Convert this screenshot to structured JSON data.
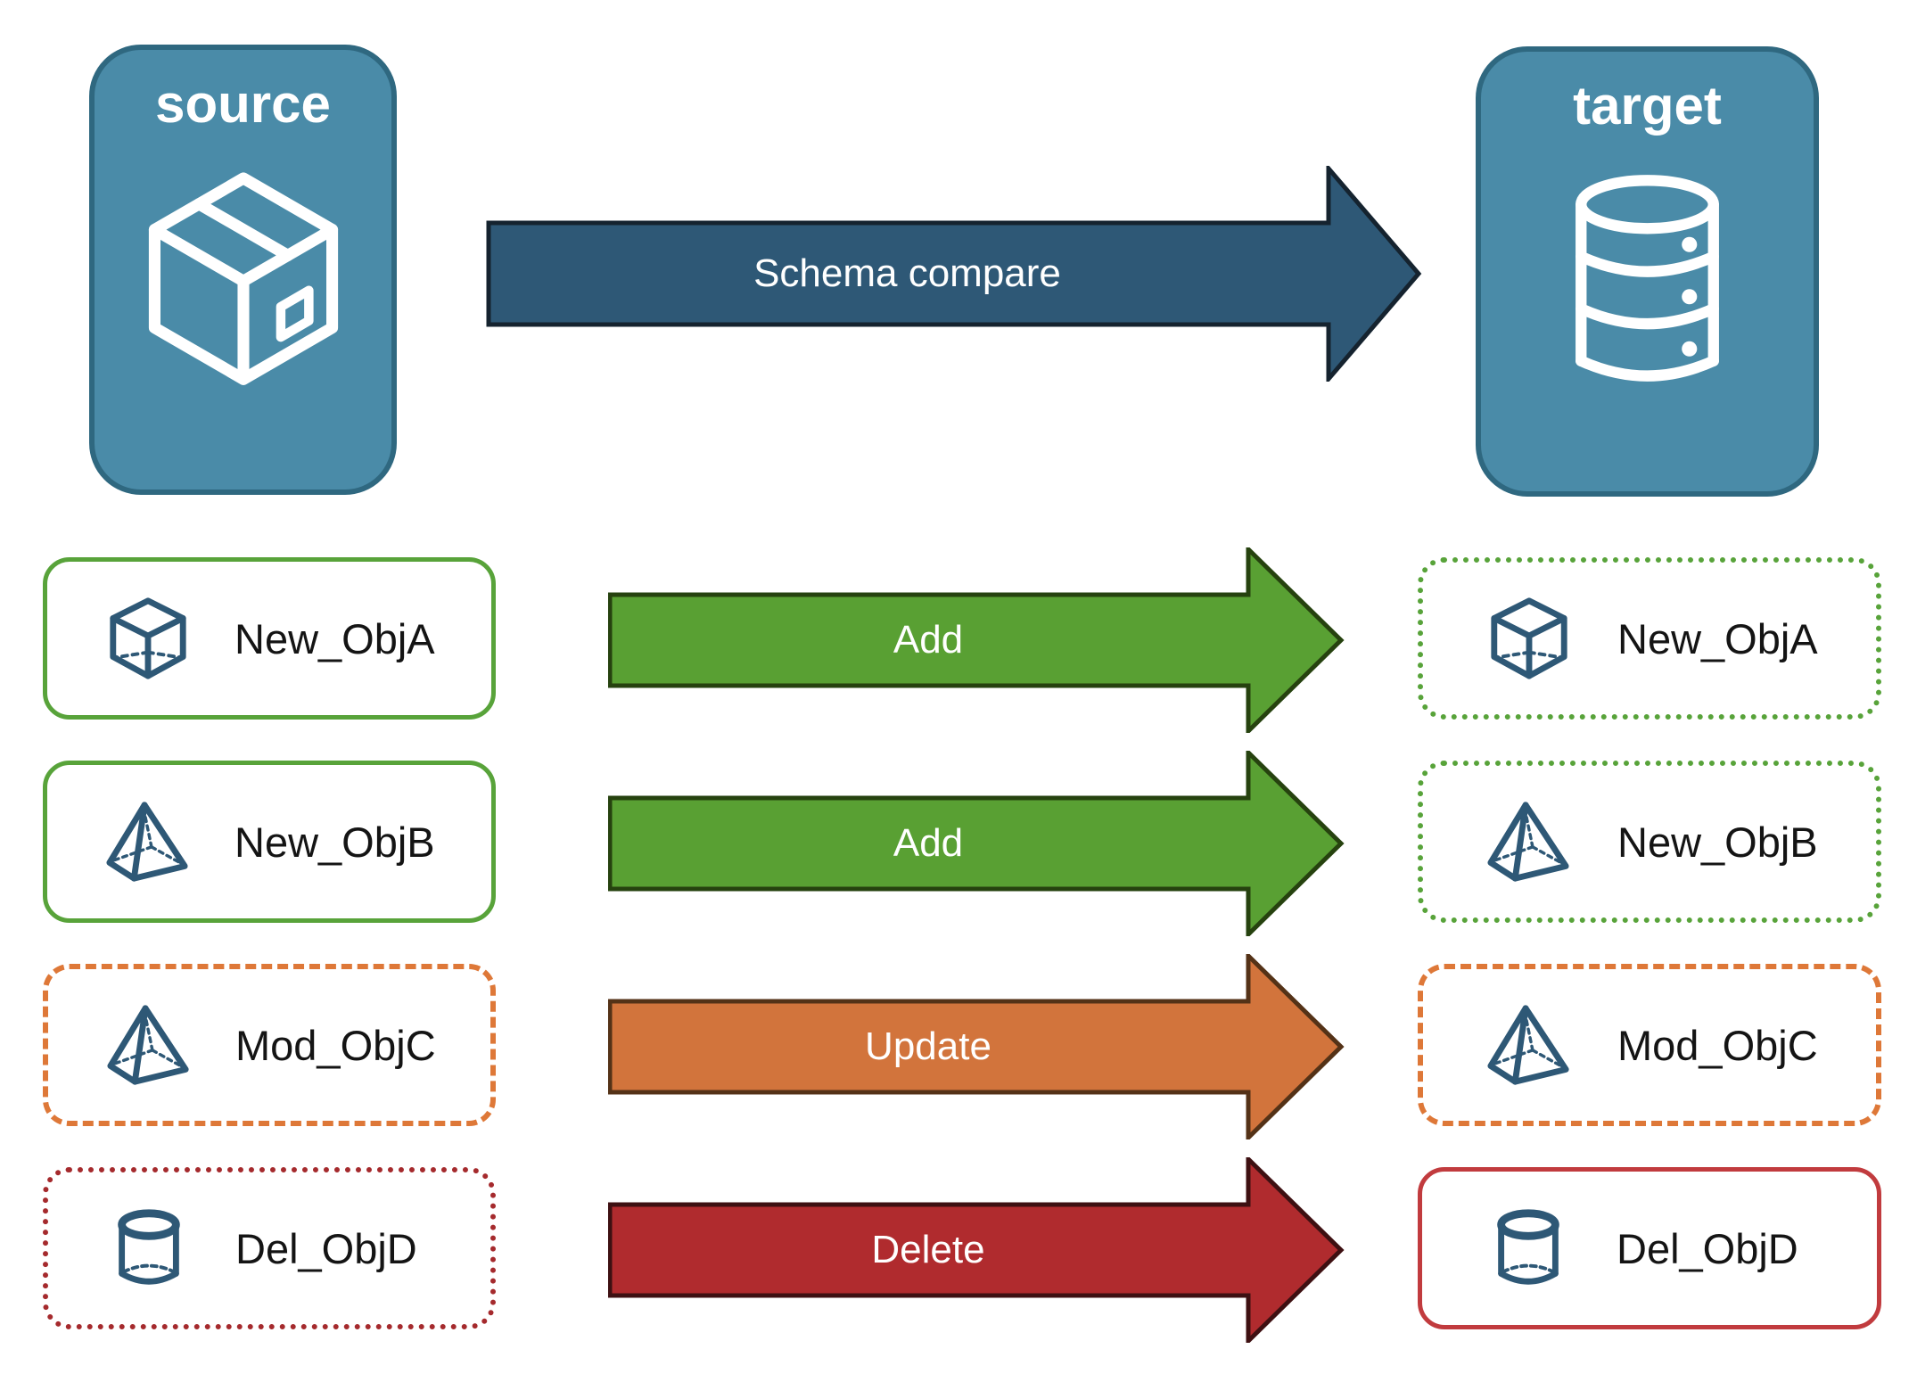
{
  "source_panel": {
    "label": "source",
    "icon": "package-icon"
  },
  "target_panel": {
    "label": "target",
    "icon": "database-icon"
  },
  "compare_arrow": {
    "label": "Schema compare"
  },
  "rows": [
    {
      "label": "New_ObjA",
      "icon": "cube-icon",
      "action": "Add",
      "source_border": "solid-green",
      "target_border": "dotted-green"
    },
    {
      "label": "New_ObjB",
      "icon": "pyramid-icon",
      "action": "Add",
      "source_border": "solid-green",
      "target_border": "dotted-green"
    },
    {
      "label": "Mod_ObjC",
      "icon": "pyramid-icon",
      "action": "Update",
      "source_border": "dashed-orange",
      "target_border": "dashed-orange"
    },
    {
      "label": "Del_ObjD",
      "icon": "cylinder-icon",
      "action": "Delete",
      "source_border": "dotted-red",
      "target_border": "solid-red"
    }
  ],
  "colors": {
    "panel_fill": "#4A8BA8",
    "panel_border": "#2F6880",
    "compare_arrow_fill": "#2E5876",
    "compare_arrow_border": "#15232F",
    "add_arrow_fill": "#59A033",
    "add_arrow_border": "#26420F",
    "update_arrow_fill": "#D2743C",
    "update_arrow_border": "#543217",
    "delete_arrow_fill": "#B02B2E",
    "delete_arrow_border": "#3E1012",
    "green_box_border": "#58A33A",
    "orange_box_border": "#DE7838",
    "red_dotted_border": "#A52A2D",
    "red_solid_border": "#C13B3E",
    "object_icon_color": "#2E5876",
    "label_text": "#141414",
    "arrow_text": "#FFFFFF"
  }
}
